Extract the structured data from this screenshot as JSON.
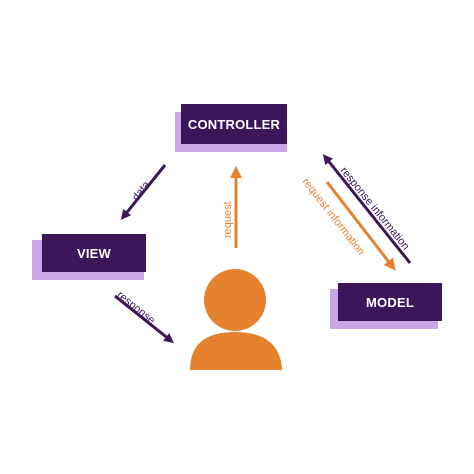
{
  "nodes": {
    "controller": "CONTROLLER",
    "view": "VIEW",
    "model": "MODEL"
  },
  "edges": {
    "data": "data",
    "request": "request",
    "response": "response",
    "request_information": "request information",
    "response_information": "response information"
  },
  "colors": {
    "box_face": "#3b1759",
    "box_side": "#c9a6e6",
    "dark_arrow": "#3b1759",
    "orange": "#e6812f"
  },
  "icons": {
    "user": "person-icon"
  }
}
